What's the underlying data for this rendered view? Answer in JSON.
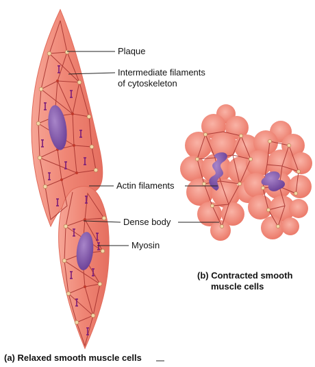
{
  "labels": {
    "plaque": "Plaque",
    "intermediate_1": "Intermediate filaments",
    "intermediate_2": "of cytoskeleton",
    "actin": "Actin filaments",
    "dense_body": "Dense body",
    "myosin": "Myosin"
  },
  "captions": {
    "a": "(a) Relaxed smooth muscle cells",
    "b_1": "(b) Contracted smooth",
    "b_2": "muscle cells"
  },
  "colors": {
    "cell_fill": "#ef8a79",
    "cell_edge": "#e06a5a",
    "network": "#a5322e",
    "nucleus": "#7b4ea3",
    "myosin": "#7a1d7a",
    "plaque": "#f2d7a8"
  }
}
